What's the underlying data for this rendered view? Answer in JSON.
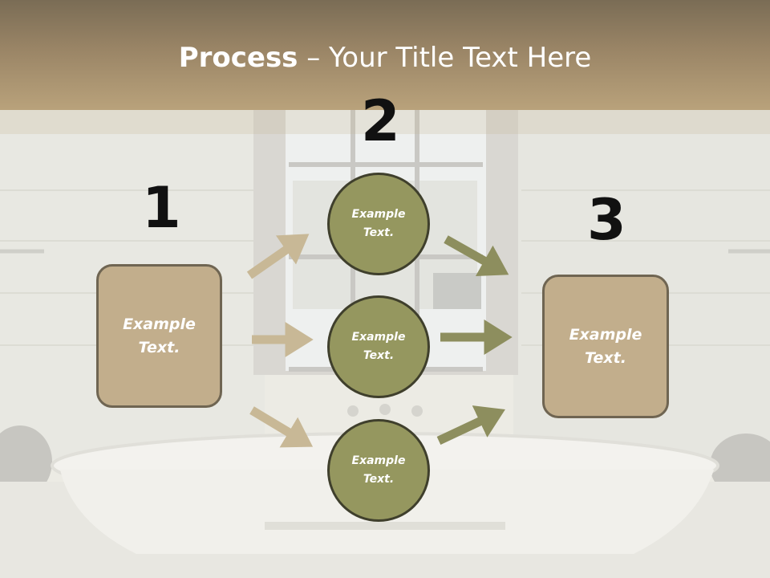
{
  "slide": {
    "title_bold": "Process",
    "title_rest": " – Your Title Text Here"
  },
  "steps": {
    "one": {
      "number": "1",
      "text": "Example Text."
    },
    "two": {
      "number": "2",
      "text_top": "Example Text.",
      "text_mid": "Example Text.",
      "text_bottom": "Example Text."
    },
    "three": {
      "number": "3",
      "text": "Example Text."
    }
  },
  "colors": {
    "header": "#b9a27b",
    "box_fill": "#c2ae8c",
    "circle_fill": "#95975f",
    "arrow_tan": "#c8b896",
    "arrow_olive": "#8d8e5e"
  }
}
